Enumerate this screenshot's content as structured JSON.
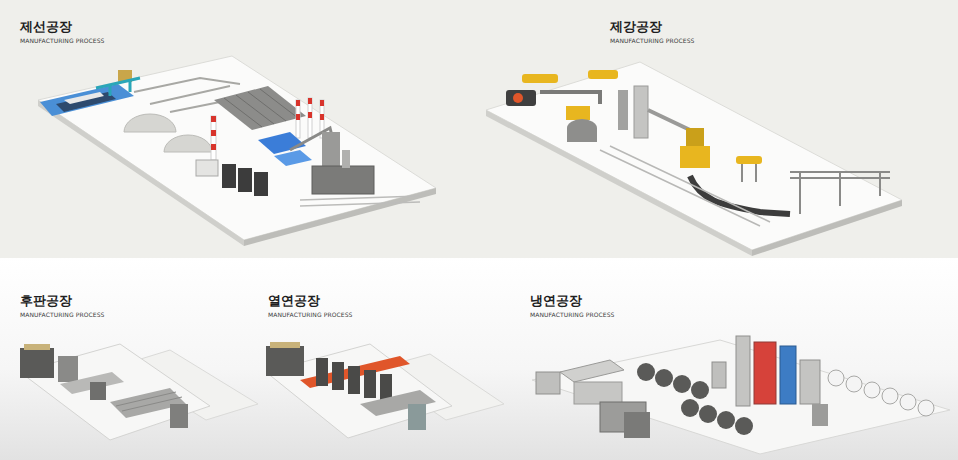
{
  "diagram": {
    "nodes": [
      {
        "text": [
          "제선공장",
          "MANUFACTURING PROCESS"
        ]
      },
      {
        "text": [
          "제강공장",
          "MANUFACTURING PROCESS"
        ]
      },
      {
        "text": [
          "후판공장",
          "MANUFACTURING PROCESS"
        ]
      },
      {
        "text": [
          "열연공장",
          "MANUFACTURING PROCESS"
        ]
      },
      {
        "text": [
          "냉연공장",
          "MANUFACTURING PROCESS"
        ]
      }
    ]
  }
}
